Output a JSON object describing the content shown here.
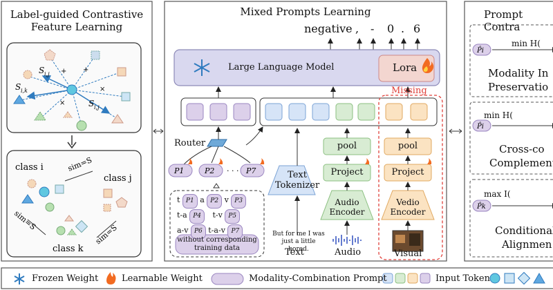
{
  "left_panel": {
    "title_line1": "Label-guided Contrastive",
    "title_line2": "Feature Learning",
    "sim_labels": [
      "S",
      "S",
      "S"
    ],
    "classes": [
      "class i",
      "class j",
      "class k"
    ],
    "sim_eqs": [
      "sim=S",
      "sim=S",
      "sim=S"
    ]
  },
  "middle_panel": {
    "title": "Mixed Prompts Learning",
    "output_tokens": [
      "negative",
      ",",
      "-",
      "0",
      ".",
      "6"
    ],
    "llm_label": "Large Language Model",
    "lora_label": "Lora",
    "missing_label": "Missing",
    "router_label": "Router",
    "prompts": [
      "P1",
      "P2",
      "P7"
    ],
    "prompt_table": [
      [
        "t",
        "P1",
        "a",
        "P2",
        "v",
        "P3"
      ],
      [
        "t-a",
        "P4",
        "t-v",
        "P5"
      ],
      [
        "a-v",
        "P6",
        "t-a-v",
        "P7"
      ]
    ],
    "without_note": [
      "without corresponding",
      "training data"
    ],
    "text_tokenizer": [
      "Text",
      "Tokenizer"
    ],
    "pool": "pool",
    "project": "Project",
    "audio_encoder": [
      "Audio",
      "Encoder"
    ],
    "video_encoder": [
      "Vedio",
      "Encoder"
    ],
    "sample_text": [
      "But for me I was",
      "just a little bored."
    ],
    "modalities": [
      "Text",
      "Audio",
      "Visual"
    ]
  },
  "right_panel": {
    "title": "Prompt Contra",
    "section1": [
      "Modality In",
      "Preservatio"
    ],
    "section2": [
      "Cross-co",
      "Complementa"
    ],
    "section3": [
      "Conditional",
      "Alignmen"
    ],
    "formulas": [
      "min H(",
      "min H(",
      "max I("
    ]
  },
  "legend": {
    "frozen": "Frozen Weight",
    "learnable": "Learnable Weight",
    "prompt": "Modality-Combination Prompt",
    "token": "Input Token"
  },
  "colors": {
    "llm_fill": "#d9d8ef",
    "lora_fill": "#f3d6d0",
    "prompt_fill": "#dcd0ea",
    "text_token": "#d6e4f7",
    "audio_token": "#d8ecd3",
    "visual_token": "#fbe3c2",
    "missing_red": "#e0403a"
  }
}
